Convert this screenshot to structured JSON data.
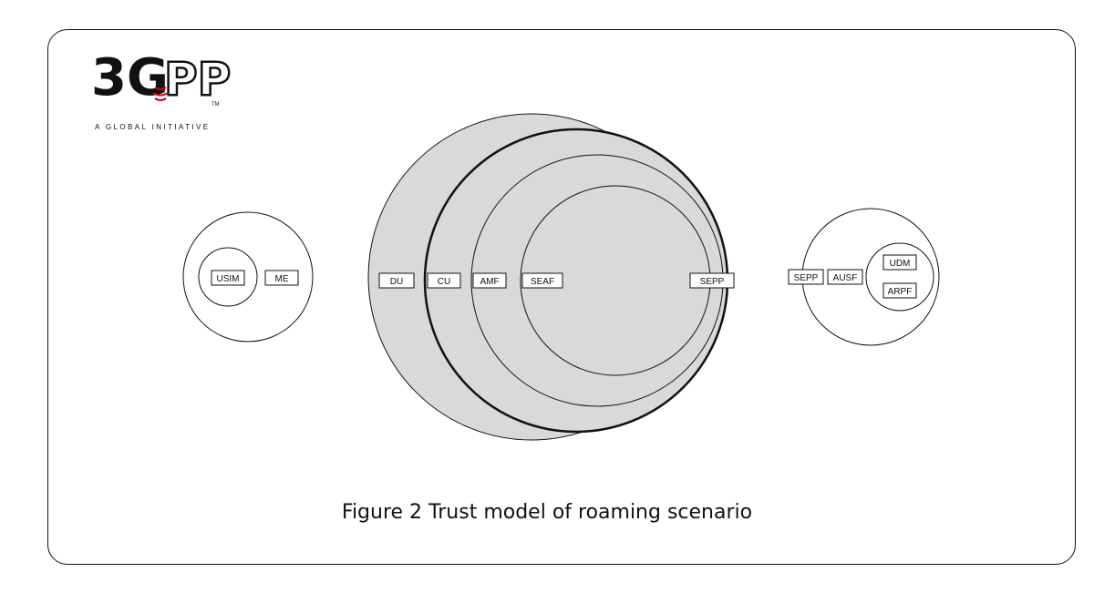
{
  "logo": {
    "mark": "3GPP",
    "mark_first": "3G",
    "mark_second": "PP",
    "trademark": "TM",
    "tagline": "A GLOBAL INITIATIVE"
  },
  "caption": "Figure 2 Trust model of roaming scenario",
  "ue": {
    "nodes": [
      "USIM",
      "ME"
    ]
  },
  "serving_network": {
    "nodes": [
      "DU",
      "CU",
      "AMF",
      "SEAF",
      "SEPP"
    ]
  },
  "home_network": {
    "nodes": [
      "SEPP",
      "AUSF",
      "UDM",
      "ARPF"
    ]
  },
  "colors": {
    "domain_fill": "#d9d9d9",
    "stroke": "#111111",
    "background": "#ffffff",
    "logo_accent": "#d0021b"
  }
}
